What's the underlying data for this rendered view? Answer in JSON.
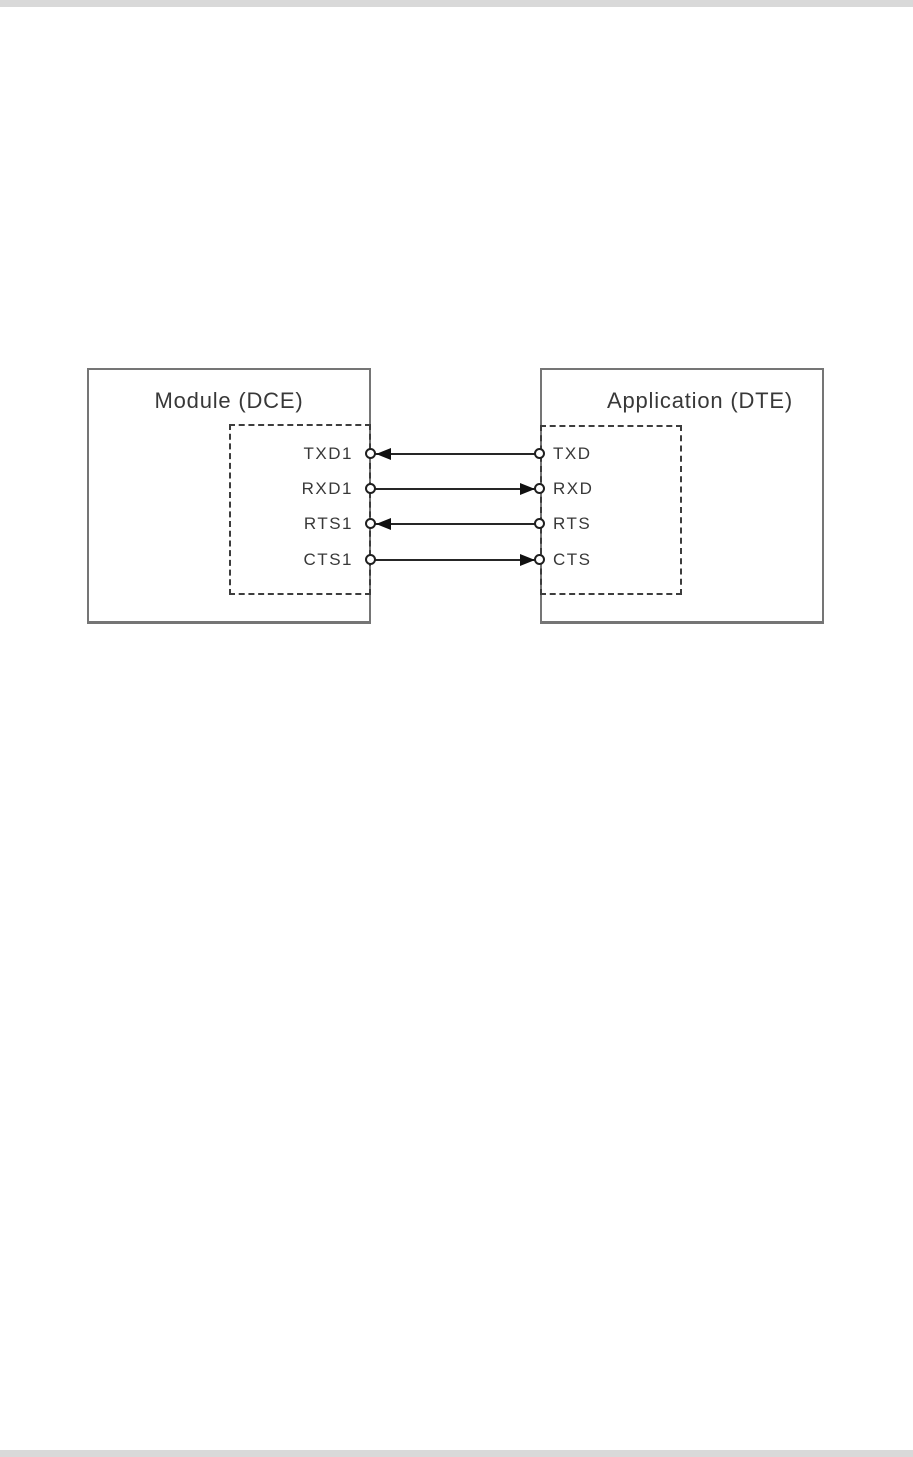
{
  "page": {
    "background_color": "#ffffff",
    "separator_bar_color": "#d9d9d9"
  },
  "diagram": {
    "left_box": {
      "title": "Module (DCE)"
    },
    "right_box": {
      "title": "Application (DTE)"
    },
    "signals": [
      {
        "left_label": "TXD1",
        "right_label": "TXD",
        "direction": "left"
      },
      {
        "left_label": "RXD1",
        "right_label": "RXD",
        "direction": "right"
      },
      {
        "left_label": "RTS1",
        "right_label": "RTS",
        "direction": "left"
      },
      {
        "left_label": "CTS1",
        "right_label": "CTS",
        "direction": "right"
      }
    ],
    "colors": {
      "box_border": "#757575",
      "dashed_border": "#3d3d3d",
      "wire": "#262626",
      "arrow": "#111111",
      "text": "#383838"
    }
  }
}
